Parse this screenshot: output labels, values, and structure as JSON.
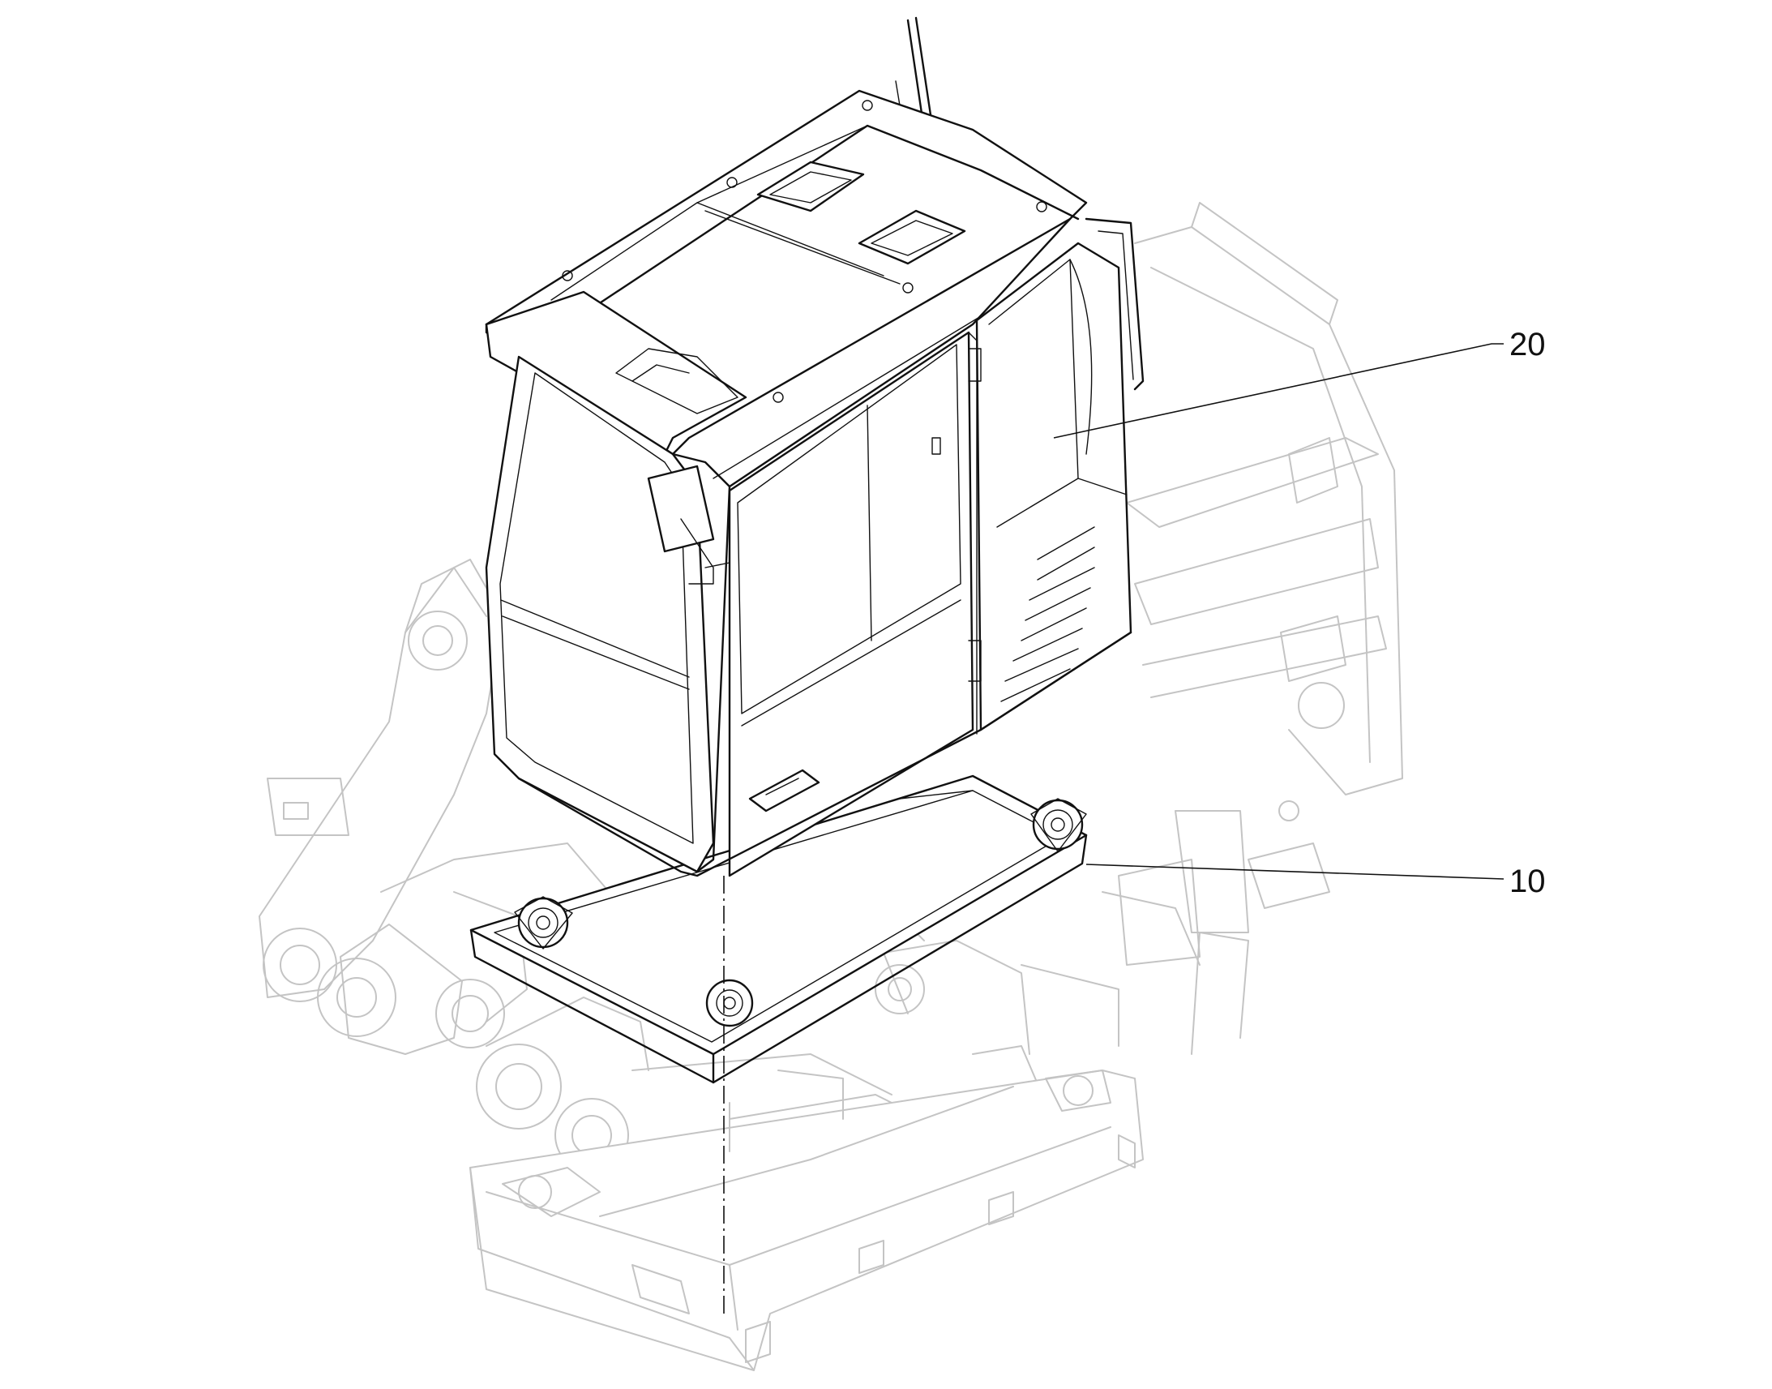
{
  "diagram": {
    "callouts": [
      {
        "id": "cab",
        "label": "20"
      },
      {
        "id": "cab-mount-frame",
        "label": "10"
      }
    ]
  }
}
